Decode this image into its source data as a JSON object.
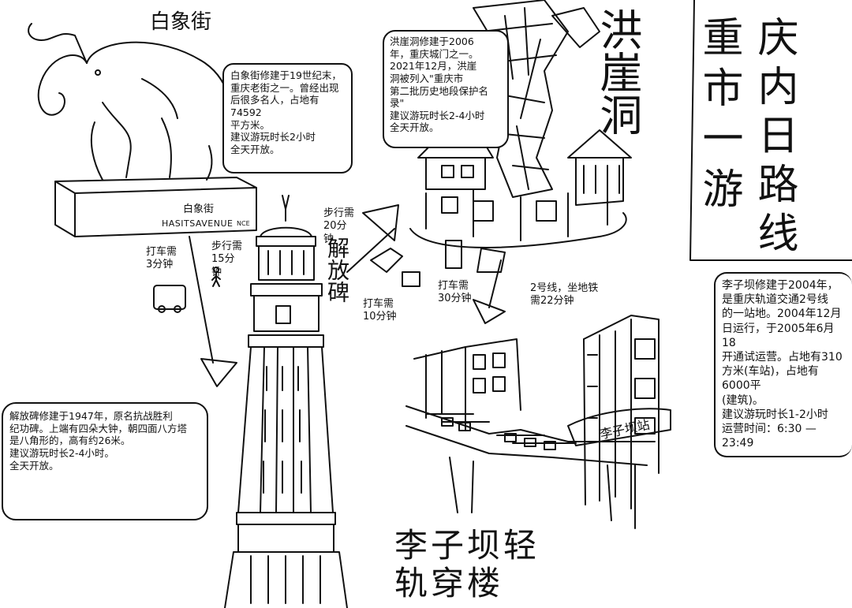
{
  "title": {
    "col1": "重市一游",
    "col2": "庆内日路线"
  },
  "baixiangjie": {
    "label": "白象街",
    "pedestal": "白象街",
    "pedestal_en": "HASITSAVENUE",
    "pedestal_small": "NCE",
    "desc": "白象街修建于19世纪末，\n重庆老街之一。曾经出现\n后很多名人，占地有74592\n平方米。\n建议游玩时长2小时\n全天开放。"
  },
  "hongyadong": {
    "label": "洪崖洞",
    "desc": "洪崖洞修建于2006\n年，重庆城门之一。\n2021年12月，洪崖\n洞被列入\"重庆市\n第二批历史地段保护名录\"\n建议游玩时长2-4小时\n全天开放。"
  },
  "jiefangbei": {
    "label": "解放碑",
    "desc": "解放碑修建于1947年，原名抗战胜利\n纪功碑。上端有四朵大钟，朝四面八方塔\n是八角形的，高有约26米。\n建议游玩时长2-4小时。\n全天开放。"
  },
  "liziba": {
    "label": "李子坝轻轨穿楼",
    "sign": "李子坝站",
    "desc": "李子坝修建于2004年，\n是重庆轨道交通2号线\n的一站地。2004年12月\n日运行，于2005年6月18\n开通试运营。占地有310\n方米(车站)，占地有6000平\n(建筑)。\n建议游玩时长1-2小时\n运营时间：6:30 —23:49"
  },
  "transport": {
    "taxi_3": "打车需\n3分钟",
    "walk_15": "步行需\n15分\n钟",
    "walk_20": "步行需\n20分\n钟",
    "taxi_10": "打车需\n10分钟",
    "taxi_30": "打车需\n30分钟",
    "metro": "2号线，坐地铁\n需22分钟"
  }
}
